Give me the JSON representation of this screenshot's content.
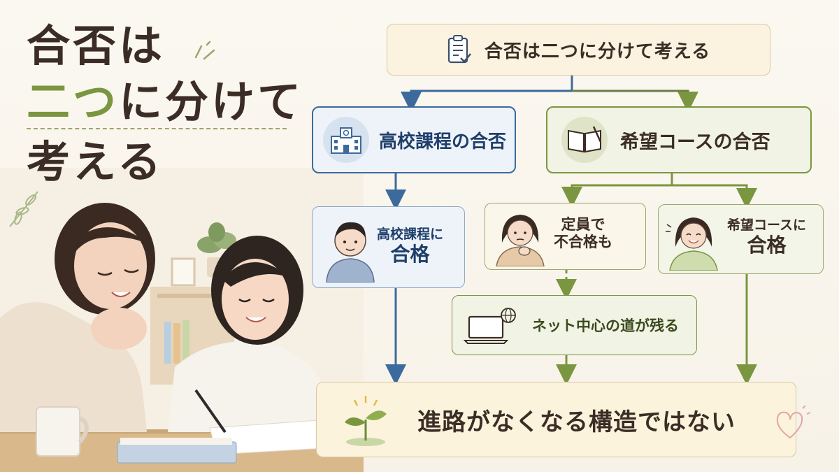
{
  "title": {
    "line1": "合否は",
    "line2": "二つに分けて",
    "line2_green": "二つ",
    "line2_rest": "に分けて",
    "line3": "考える"
  },
  "flow": {
    "top": {
      "label": "合否は二つに分けて考える",
      "icon": "clipboard-check-icon"
    },
    "high_school": {
      "label": "高校課程の合否",
      "icon": "school-building-icon"
    },
    "course": {
      "label": "希望コースの合否",
      "icon": "open-book-icon"
    },
    "hs_pass": {
      "line1": "高校課程に",
      "line2": "合格"
    },
    "capacity_fail": {
      "line1": "定員で",
      "line2": "不合格も"
    },
    "course_pass": {
      "line1": "希望コースに",
      "line2": "合格"
    },
    "net": {
      "label": "ネット中心の道が残る",
      "icon": "laptop-globe-icon"
    },
    "bottom": {
      "label": "進路がなくなる構造ではない",
      "icon": "sprout-icon"
    }
  },
  "colors": {
    "blue": "#3d6a9c",
    "green": "#7a9640",
    "dark_text": "#3b2d25"
  }
}
